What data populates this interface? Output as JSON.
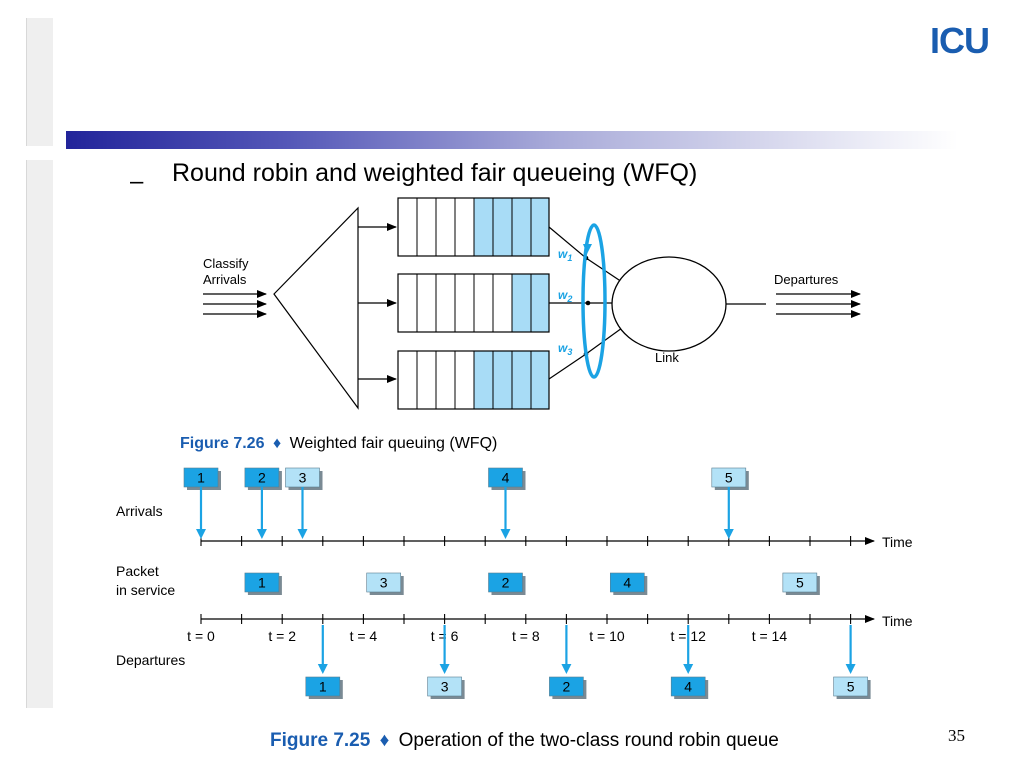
{
  "slide": {
    "logo": "ICU",
    "bullet_marker": "–",
    "bullet_text": "Round robin and weighted fair queueing (WFQ)",
    "page_number": "35",
    "accent_color": "#1a5db0",
    "queue_fill_color": "#a8dcf6",
    "packet_dark_color": "#1ba3e4",
    "packet_light_color": "#b3e2f7"
  },
  "wfq": {
    "classify_label_1": "Classify",
    "classify_label_2": "Arrivals",
    "departures_label": "Departures",
    "link_label": "Link",
    "weights": [
      {
        "w": "w",
        "sub": "1"
      },
      {
        "w": "w",
        "sub": "2"
      },
      {
        "w": "w",
        "sub": "3"
      }
    ],
    "caption_fig": "Figure 7.26",
    "caption_sep": "♦",
    "caption_text": "Weighted fair queuing (WFQ)"
  },
  "rr": {
    "arrivals_label": "Arrivals",
    "service_label_1": "Packet",
    "service_label_2": "in service",
    "departures_label": "Departures",
    "time_label": "Time",
    "time_ticks": [
      "t = 0",
      "t = 2",
      "t = 4",
      "t = 6",
      "t = 8",
      "t = 10",
      "t = 12",
      "t = 14"
    ],
    "arrivals": [
      {
        "label": "1",
        "cls": "dark",
        "t": 0
      },
      {
        "label": "2",
        "cls": "dark",
        "t": 1.5
      },
      {
        "label": "3",
        "cls": "light",
        "t": 2.5
      },
      {
        "label": "4",
        "cls": "dark",
        "t": 7.5
      },
      {
        "label": "5",
        "cls": "light",
        "t": 13
      }
    ],
    "in_service": [
      {
        "label": "1",
        "cls": "dark",
        "t": 1.5
      },
      {
        "label": "3",
        "cls": "light",
        "t": 4.5
      },
      {
        "label": "2",
        "cls": "dark",
        "t": 7.5
      },
      {
        "label": "4",
        "cls": "dark",
        "t": 10.5
      },
      {
        "label": "5",
        "cls": "light",
        "t": 14.75
      }
    ],
    "departures": [
      {
        "label": "1",
        "cls": "dark",
        "t": 3
      },
      {
        "label": "3",
        "cls": "light",
        "t": 6
      },
      {
        "label": "2",
        "cls": "dark",
        "t": 9
      },
      {
        "label": "4",
        "cls": "dark",
        "t": 12
      },
      {
        "label": "5",
        "cls": "light",
        "t": 16
      }
    ],
    "caption_fig": "Figure 7.25",
    "caption_sep": "♦",
    "caption_text": "Operation of the two-class round robin queue"
  }
}
